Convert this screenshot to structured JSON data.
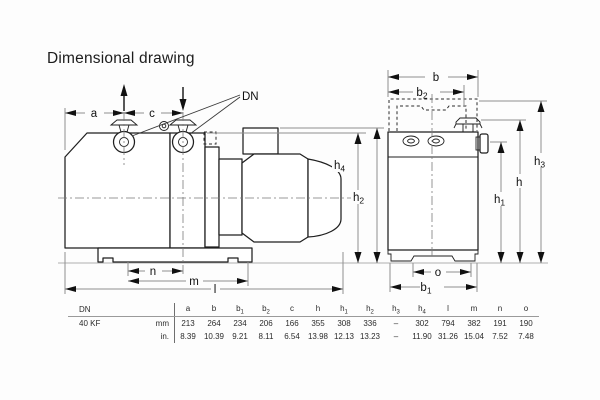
{
  "title": "Dimensional drawing",
  "drawing": {
    "dn_label": "DN",
    "dims": {
      "a": {
        "base": "a",
        "sub": ""
      },
      "c": {
        "base": "c",
        "sub": ""
      },
      "n": {
        "base": "n",
        "sub": ""
      },
      "m": {
        "base": "m",
        "sub": ""
      },
      "l": {
        "base": "l",
        "sub": ""
      },
      "h4": {
        "base": "h",
        "sub": "4"
      },
      "h2": {
        "base": "h",
        "sub": "2"
      },
      "b": {
        "base": "b",
        "sub": ""
      },
      "b2": {
        "base": "b",
        "sub": "2"
      },
      "b1": {
        "base": "b",
        "sub": "1"
      },
      "o": {
        "base": "o",
        "sub": ""
      },
      "h3": {
        "base": "h",
        "sub": "3"
      },
      "h": {
        "base": "h",
        "sub": ""
      },
      "h1": {
        "base": "h",
        "sub": "1"
      }
    }
  },
  "table": {
    "corner_label": "DN",
    "headers": [
      {
        "base": "a",
        "sub": ""
      },
      {
        "base": "b",
        "sub": ""
      },
      {
        "base": "b",
        "sub": "1"
      },
      {
        "base": "b",
        "sub": "2"
      },
      {
        "base": "c",
        "sub": ""
      },
      {
        "base": "h",
        "sub": ""
      },
      {
        "base": "h",
        "sub": "1"
      },
      {
        "base": "h",
        "sub": "2"
      },
      {
        "base": "h",
        "sub": "3"
      },
      {
        "base": "h",
        "sub": "4"
      },
      {
        "base": "l",
        "sub": ""
      },
      {
        "base": "m",
        "sub": ""
      },
      {
        "base": "n",
        "sub": ""
      },
      {
        "base": "o",
        "sub": ""
      }
    ],
    "rows": [
      {
        "label": "40 KF",
        "unit": "mm",
        "values": [
          "213",
          "264",
          "234",
          "206",
          "166",
          "355",
          "308",
          "336",
          "–",
          "302",
          "794",
          "382",
          "191",
          "190"
        ]
      },
      {
        "label": "",
        "unit": "in.",
        "values": [
          "8.39",
          "10.39",
          "9.21",
          "8.11",
          "6.54",
          "13.98",
          "12.13",
          "13.23",
          "–",
          "11.90",
          "31.26",
          "15.04",
          "7.52",
          "7.48"
        ]
      }
    ]
  }
}
